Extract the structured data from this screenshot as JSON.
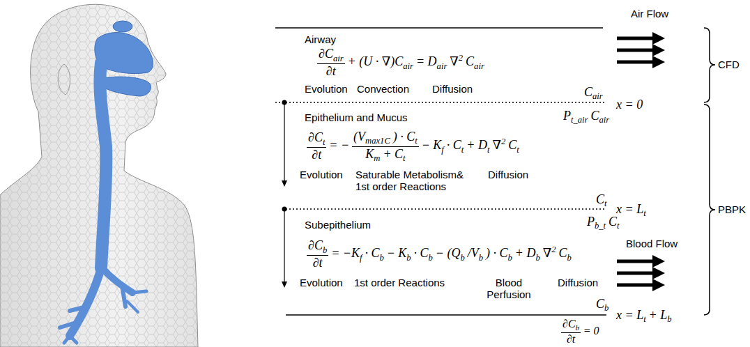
{
  "diagram": {
    "nodes": [
      {
        "text": [
          "Airway",
          "Evolution",
          "Convection",
          "Diffusion"
        ]
      },
      {
        "text": [
          "Epithelium and Mucus",
          "Evolution",
          "Saturable Metabolism& 1st order Reactions",
          "Diffusion"
        ]
      },
      {
        "text": [
          "Subepithelium",
          "Evolution",
          "1st order Reactions",
          "Blood Perfusion",
          "Diffusion"
        ]
      }
    ],
    "labels": [
      "∂C",
      "air",
      "∂t",
      "+ (U · ∇)C",
      "air",
      "= D",
      "air",
      "∇",
      "2",
      "C",
      "air",
      "Air Flow",
      "CFD",
      "C",
      "air",
      "x = 0",
      "P",
      "t_air",
      "C",
      "air",
      "∂C",
      "t",
      "∂t",
      "= −",
      "(V",
      "max1C",
      ") · C",
      "t",
      "K",
      "m",
      "+ C",
      "t",
      "− K",
      "f",
      "· C",
      "t",
      "+ D",
      "t",
      "∇",
      "2",
      "C",
      "t",
      "C",
      "t",
      "x = L",
      "t",
      "PBPK",
      "P",
      "b_t",
      "C",
      "t",
      "∂C",
      "b",
      "∂t",
      "= −K",
      "f",
      "· C",
      "b",
      "− K",
      "b",
      "· C",
      "b",
      "− (Q",
      "b",
      "/V",
      "b",
      ") · C",
      "b",
      "+ D",
      "b",
      "∇",
      "2",
      "C",
      "b",
      "Blood Flow",
      "C",
      "b",
      "x = L",
      "t",
      "+ L",
      "b",
      "∂C",
      "b",
      "∂t",
      "= 0"
    ]
  }
}
